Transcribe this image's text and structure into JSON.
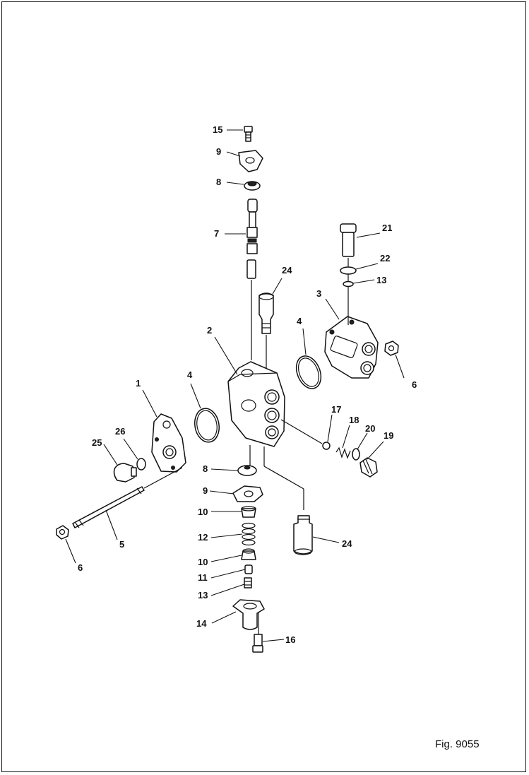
{
  "figure": {
    "caption": "Fig. 9055"
  },
  "callouts": {
    "c1": "1",
    "c2": "2",
    "c3": "3",
    "c4a": "4",
    "c4b": "4",
    "c5": "5",
    "c6a": "6",
    "c6b": "6",
    "c7": "7",
    "c8a": "8",
    "c8b": "8",
    "c9a": "9",
    "c9b": "9",
    "c10a": "10",
    "c10b": "10",
    "c11": "11",
    "c12": "12",
    "c13a": "13",
    "c13b": "13",
    "c14": "14",
    "c15": "15",
    "c16": "16",
    "c17": "17",
    "c18": "18",
    "c19": "19",
    "c20": "20",
    "c21": "21",
    "c22": "22",
    "c24a": "24",
    "c24b": "24",
    "c25": "25",
    "c26": "26"
  }
}
